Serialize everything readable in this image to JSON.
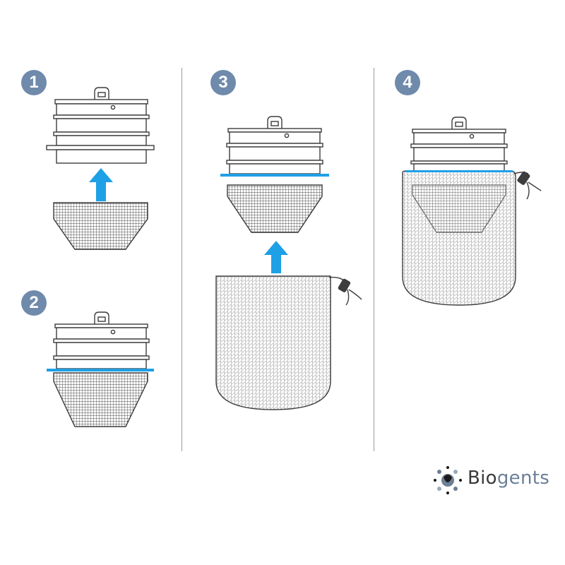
{
  "steps": [
    {
      "number": "1"
    },
    {
      "number": "2"
    },
    {
      "number": "3"
    },
    {
      "number": "4"
    }
  ],
  "brand": {
    "name_part1": "Bio",
    "name_part2": "gents"
  },
  "colors": {
    "badge": "#6f8aab",
    "arrow": "#1ea0e6",
    "ring": "#1ea0e6",
    "outline": "#3d3d3d",
    "mesh_dark": "#4a4a4a",
    "mesh_light": "#c7c7c7",
    "logo_blue": "#6b7f96"
  },
  "icons": [
    "up-arrow-icon",
    "biogents-logo-icon",
    "drawstring-toggle-icon"
  ]
}
